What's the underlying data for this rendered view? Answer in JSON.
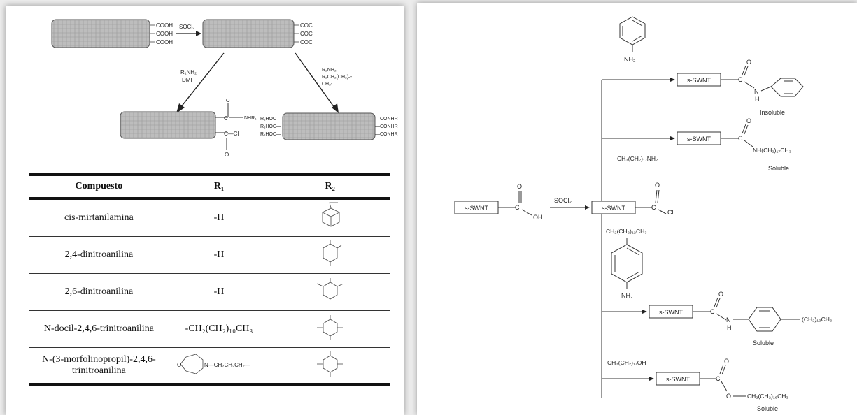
{
  "scheme_left": {
    "groups_cooh": [
      "COOH",
      "COOH",
      "COOH"
    ],
    "reagent_socl": "SOCl₂",
    "groups_cocl": [
      "COCl",
      "COCl",
      "COCl"
    ],
    "reagent_left": [
      "R₁NH₂",
      "DMF"
    ],
    "reagent_right": [
      "R₂NH₂",
      "R₂CH₂(CH₂)ₙ-",
      "CH₂-"
    ],
    "left_groups": [
      "C",
      "NHR₁",
      "C—Cl",
      "O"
    ],
    "right_groups_left": [
      "R₁HOC—",
      "R₁HOC—",
      "R₁HOC—"
    ],
    "right_groups_right": [
      "—CONHR",
      "—CONHR",
      "—CONHR"
    ]
  },
  "table": {
    "headers": [
      "Compuesto",
      "R₁",
      "R₂"
    ],
    "rows": [
      {
        "compound": "cis-mirtanilamina",
        "r1": "-H",
        "r2_icon": "myrtanyl-structure-icon"
      },
      {
        "compound": "2,4-dinitroanilina",
        "r1": "-H",
        "r2_icon": "dinitrophenyl-24-structure-icon"
      },
      {
        "compound": "2,6-dinitroanilina",
        "r1": "-H",
        "r2_icon": "dinitrophenyl-26-structure-icon"
      },
      {
        "compound": "N-docil-2,4,6-trinitroanilina",
        "r1": "-CH₂(CH₂)₁₀CH₃",
        "r2_icon": "trinitrophenyl-structure-icon"
      },
      {
        "compound": "N-(3-morfolinopropil)-2,4,6-trinitroanilina",
        "r1": "N—CH₂CH₂CH₂—",
        "r1_ring_atom": "O",
        "r2_icon": "trinitrophenyl-structure-icon"
      }
    ]
  },
  "scheme_right": {
    "start_box": "s-SWNT",
    "start_group": [
      "O",
      "C",
      "OH"
    ],
    "reagent": "SOCl₂",
    "acyl_box": "s-SWNT",
    "acyl_group": [
      "O",
      "C",
      "Cl"
    ],
    "branches": [
      {
        "reactant": "NH₂",
        "box": "s-SWNT",
        "amide": [
          "O",
          "C",
          "N",
          "H"
        ],
        "label": "Insoluble"
      },
      {
        "reactant": "CH₃(CH₂)₁₇NH₂",
        "box": "s-SWNT",
        "amide": [
          "O",
          "C",
          "NH(CH₂)₁₇CH₃"
        ],
        "label": "Soluble"
      },
      {
        "reactant": "CH₂(CH₂)₁₂CH₃",
        "reactant_amine": "NH₂",
        "box": "s-SWNT",
        "amide": [
          "O",
          "C",
          "N",
          "H",
          "(CH₂)₁₃CH₃"
        ],
        "label": "Soluble"
      },
      {
        "reactant": "CH₃(CH₂)₁₇OH",
        "box": "s-SWNT",
        "ester": [
          "O",
          "C",
          "O",
          "CH₂(CH₂)₁₆CH₃"
        ],
        "label": "Soluble"
      }
    ]
  }
}
